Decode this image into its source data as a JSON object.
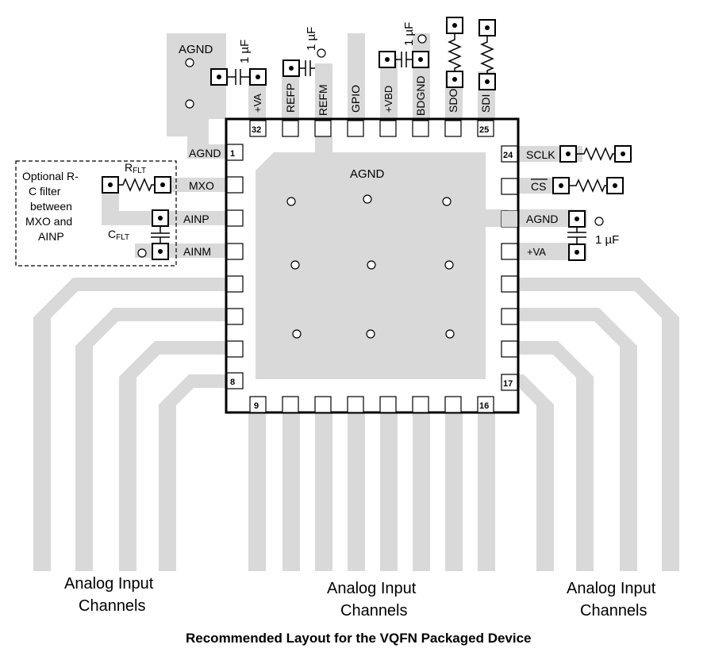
{
  "package_title": "Recommended Layout for the VQFN Packaged Device",
  "pins": {
    "p1": "AGND",
    "p2": "MXO",
    "p3": "AINP",
    "p4": "AINM",
    "p24": "SCLK",
    "p23": "CS",
    "p22": "AGND",
    "p21": "+VA",
    "p32": "+VA",
    "p31": "REFP",
    "p30": "REFM",
    "p29": "GPIO",
    "p28": "+VBD",
    "p27": "BDGND",
    "p26": "SDO",
    "p25": "SDI"
  },
  "pin_numbers": {
    "n1": "1",
    "n8": "8",
    "n9": "9",
    "n16": "16",
    "n17": "17",
    "n24": "24",
    "n25": "25",
    "n32": "32"
  },
  "pad_label": "AGND",
  "agnd_top_label": "AGND",
  "cap_values": {
    "c_top": "1 µF",
    "c_ref": "1 µF",
    "c_vbd": "1 µF",
    "c_right": "1 µF"
  },
  "filter_note": {
    "line1": "Optional R-",
    "line2": "C filter",
    "line3": "between",
    "line4": "MXO and",
    "line5": "AINP"
  },
  "rflt": {
    "main": "R",
    "sub": "FLT"
  },
  "cflt": {
    "main": "C",
    "sub": "FLT"
  },
  "channels": {
    "left": {
      "line1": "Analog Input",
      "line2": "Channels"
    },
    "middle": {
      "line1": "Analog Input",
      "line2": "Channels"
    },
    "right": {
      "line1": "Analog Input",
      "line2": "Channels"
    }
  }
}
